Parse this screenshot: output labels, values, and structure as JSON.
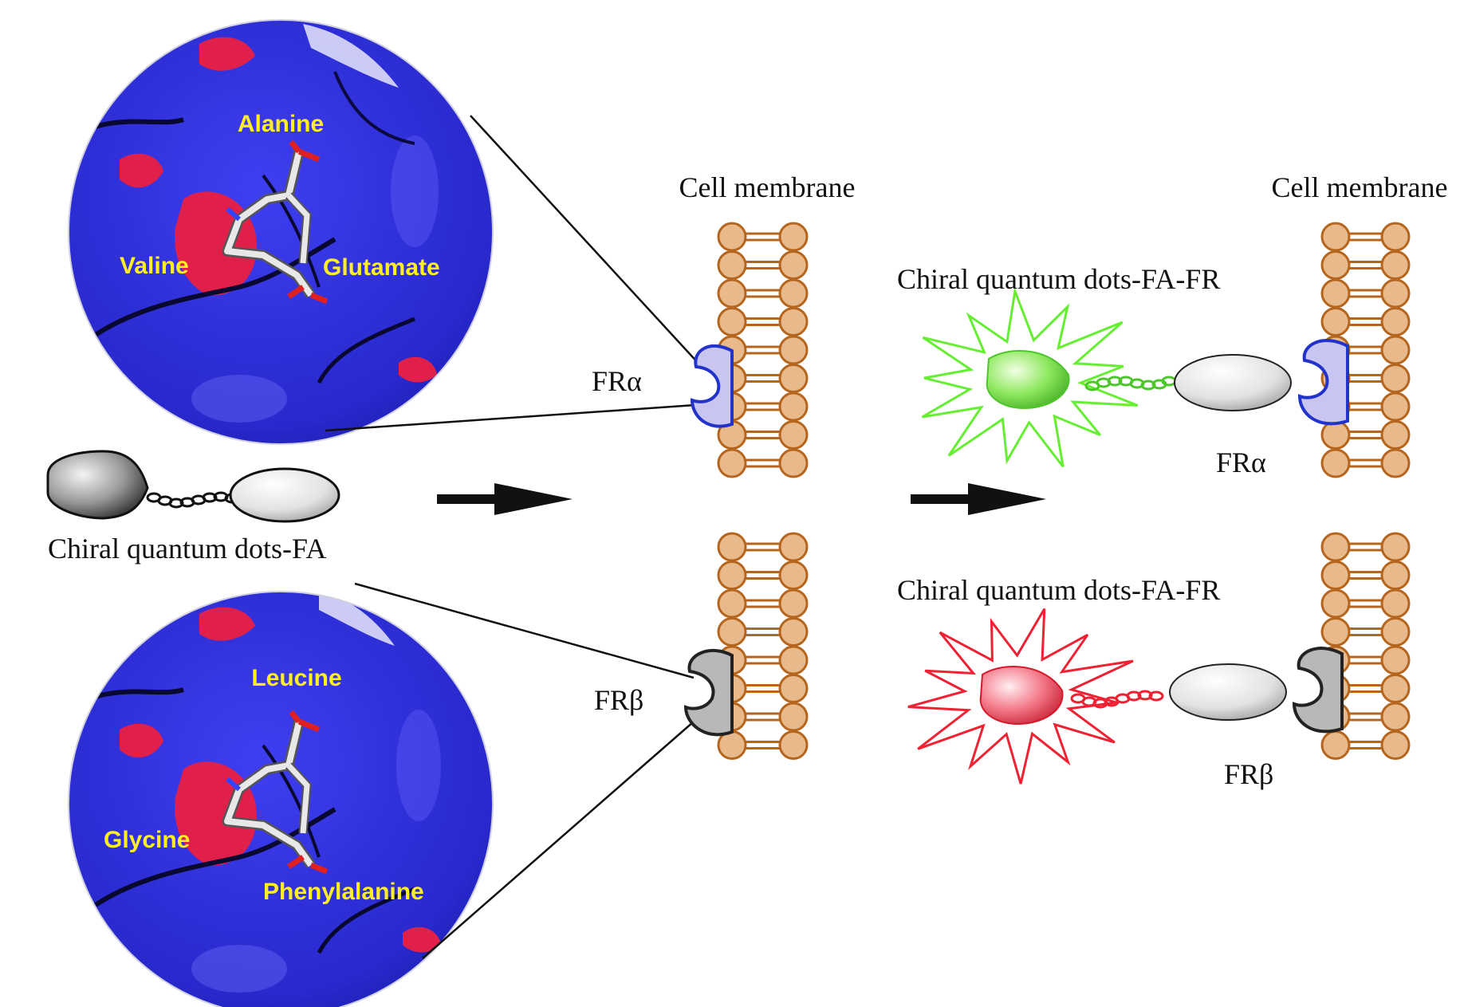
{
  "colors": {
    "membrane_head": "#e8b98a",
    "membrane_stroke": "#b5651d",
    "fr_alpha_fill": "#c8c6f0",
    "fr_alpha_stroke": "#2233cc",
    "fr_beta_fill": "#b8b8b8",
    "fr_beta_stroke": "#222222",
    "glow_green": "#66ee33",
    "glow_red": "#ee2233",
    "residue_label": "#ffee22",
    "protein_surface": "#2a2ad6",
    "binding_pocket": "#e0204a"
  },
  "labels": {
    "cell_membrane_1": "Cell membrane",
    "cell_membrane_2": "Cell membrane",
    "fr_alpha_middle": "FRα",
    "fr_beta_middle": "FRβ",
    "fr_alpha_right": "FRα",
    "fr_beta_right": "FRβ",
    "probe": "Chiral quantum dots-FA",
    "complex_top": "Chiral quantum dots-FA-FR",
    "complex_bottom": "Chiral quantum dots-FA-FR"
  },
  "residues_top": [
    "Alanine",
    "Valine",
    "Glutamate"
  ],
  "residues_bottom": [
    "Leucine",
    "Glycine",
    "Phenylalanine"
  ],
  "icons": [
    "arrow-right-icon",
    "arrow-right-icon",
    "lipid-bilayer-icon",
    "folate-receptor-icon",
    "quantum-dot-icon",
    "protein-pocket-icon"
  ]
}
